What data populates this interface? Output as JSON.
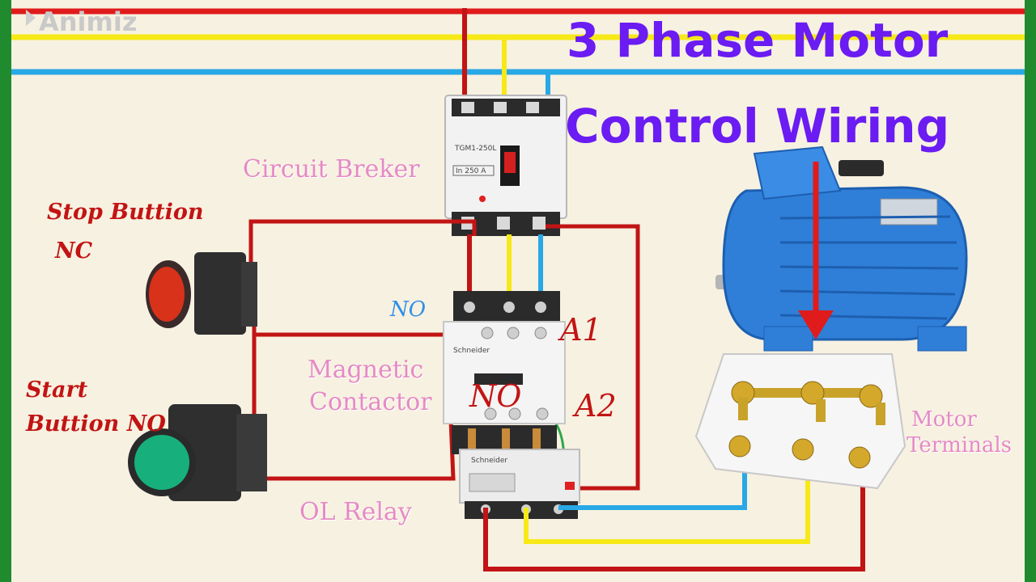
{
  "title": {
    "line1": "3 Phase Motor",
    "line2": "Control Wiring"
  },
  "watermark": "Animiz",
  "labels": {
    "circuit_breaker": "Circuit Breker",
    "stop_button_line1": "Stop Buttion",
    "stop_button_line2": "NC",
    "start_button_line1": "Start",
    "start_button_line2": "Buttion NO",
    "no_top": "NO",
    "no_mid": "NO",
    "a1": "A1",
    "a2": "A2",
    "contactor_line1": "Magnetic",
    "contactor_line2": "Contactor",
    "ol_relay": "OL Relay",
    "motor_terminals_line1": "Motor",
    "motor_terminals_line2": "Terminals"
  },
  "device_text": {
    "breaker_model": "TGM1-250L",
    "breaker_rating": "In 250 A",
    "brand": "Schneider"
  },
  "colors": {
    "phase_red": "#e01b1b",
    "phase_yellow": "#f7e917",
    "phase_blue": "#29a8e6",
    "control_wire": "#c21414",
    "title": "#6a1cf2",
    "motor": "#2f7fd8",
    "frame": "#1f8a2e"
  }
}
